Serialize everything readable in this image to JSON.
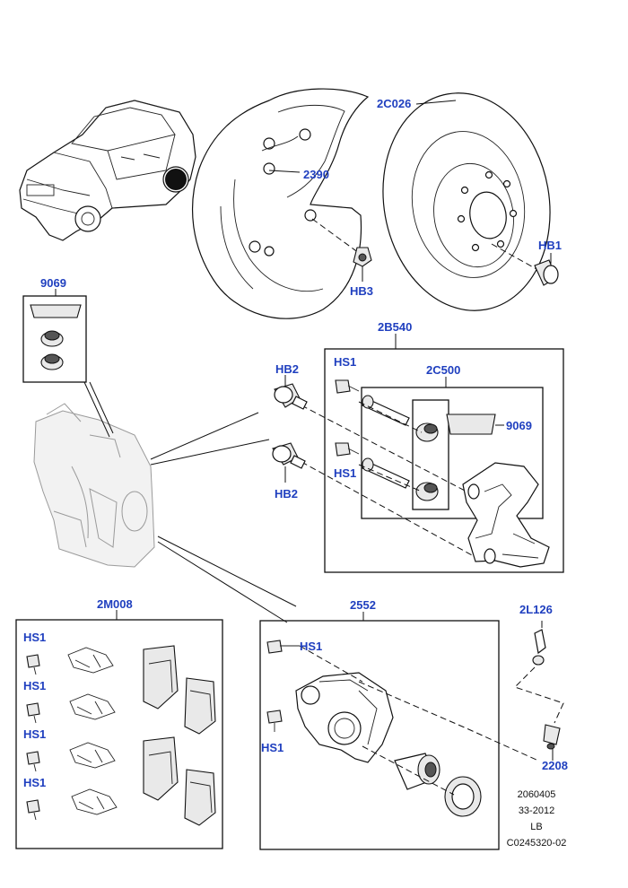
{
  "labels": {
    "p2390": "2390",
    "p2C026": "2C026",
    "pHB1": "HB1",
    "pHB3": "HB3",
    "p9069_top": "9069",
    "p2B540": "2B540",
    "p2C500": "2C500",
    "p9069_kit": "9069",
    "pHB2_upper": "HB2",
    "pHB2_lower": "HB2",
    "pHS1_bracket_upper": "HS1",
    "pHS1_bracket_lower": "HS1",
    "p2M008": "2M008",
    "pHS1_pads_1": "HS1",
    "pHS1_pads_2": "HS1",
    "pHS1_pads_3": "HS1",
    "pHS1_pads_4": "HS1",
    "p2552": "2552",
    "pHS1_caliper_upper": "HS1",
    "pHS1_caliper_lower": "HS1",
    "p2L126": "2L126",
    "p2208": "2208"
  },
  "reference": {
    "line1": "2060405",
    "line2": "33-2012",
    "line3": "LB",
    "line4": "C0245320-02"
  },
  "colors": {
    "label": "#1f3fbf",
    "line": "#111111",
    "ghost": "#9a9a9a"
  }
}
